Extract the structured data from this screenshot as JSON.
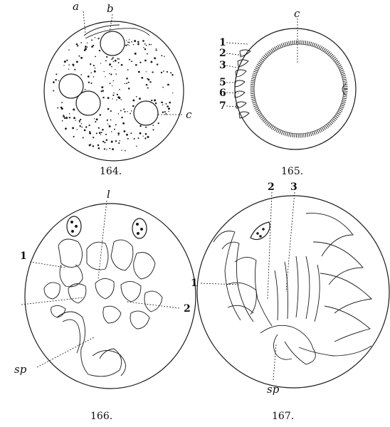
{
  "figures": [
    {
      "caption": "164.",
      "labels": {
        "a": "a",
        "b": "b",
        "c": "c"
      }
    },
    {
      "caption": "165.",
      "labels": {
        "c": "c",
        "n1": "1",
        "n2": "2",
        "n3": "3",
        "n5": "5",
        "n6": "6",
        "n7": "7"
      }
    },
    {
      "caption": "166.",
      "labels": {
        "l": "l",
        "n1": "1",
        "n2": "2",
        "sp": "sp"
      }
    },
    {
      "caption": "167.",
      "labels": {
        "n1": "1",
        "n2": "2",
        "n3": "3",
        "sp": "sp"
      }
    }
  ]
}
